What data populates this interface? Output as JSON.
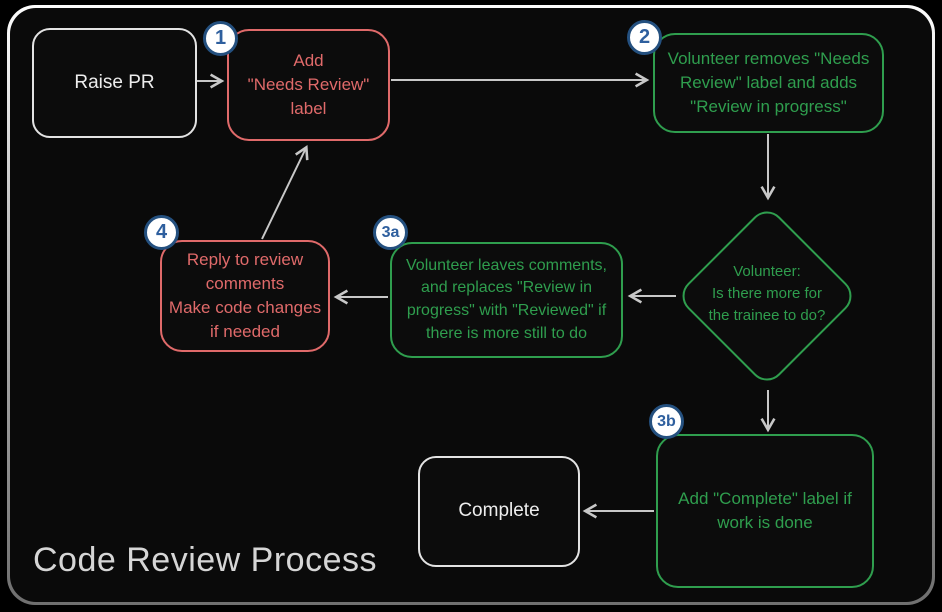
{
  "title": "Code Review Process",
  "colors": {
    "red": "#e06a6a",
    "green": "#2f9e4e",
    "white_node": "#e3e3e3",
    "badge_border": "#24507f",
    "badge_text": "#2e5f9e",
    "arrow": "#c8c8c8",
    "background": "#0a0a0a"
  },
  "nodes": {
    "raise_pr": {
      "label": "Raise PR"
    },
    "step1": {
      "badge": "1",
      "label": "Add\n\"Needs Review\"\nlabel"
    },
    "step2": {
      "badge": "2",
      "label": "Volunteer removes \"Needs\nReview\" label and adds\n\"Review in progress\""
    },
    "decision": {
      "label": "Volunteer:\nIs there more for\nthe trainee to do?"
    },
    "step3a": {
      "badge": "3a",
      "label": "Volunteer leaves comments,\nand replaces \"Review in\nprogress\" with \"Reviewed\" if\nthere is more still to do"
    },
    "step4": {
      "badge": "4",
      "label": "Reply to review\ncomments\nMake code changes\nif needed"
    },
    "step3b": {
      "badge": "3b",
      "label": "Add \"Complete\" label if\nwork is done"
    },
    "complete": {
      "label": "Complete"
    }
  },
  "edges": [
    {
      "from": "raise_pr",
      "to": "step1"
    },
    {
      "from": "step1",
      "to": "step2"
    },
    {
      "from": "step2",
      "to": "decision"
    },
    {
      "from": "decision",
      "to": "step3a"
    },
    {
      "from": "step3a",
      "to": "step4"
    },
    {
      "from": "step4",
      "to": "step1"
    },
    {
      "from": "decision",
      "to": "step3b"
    },
    {
      "from": "step3b",
      "to": "complete"
    }
  ]
}
